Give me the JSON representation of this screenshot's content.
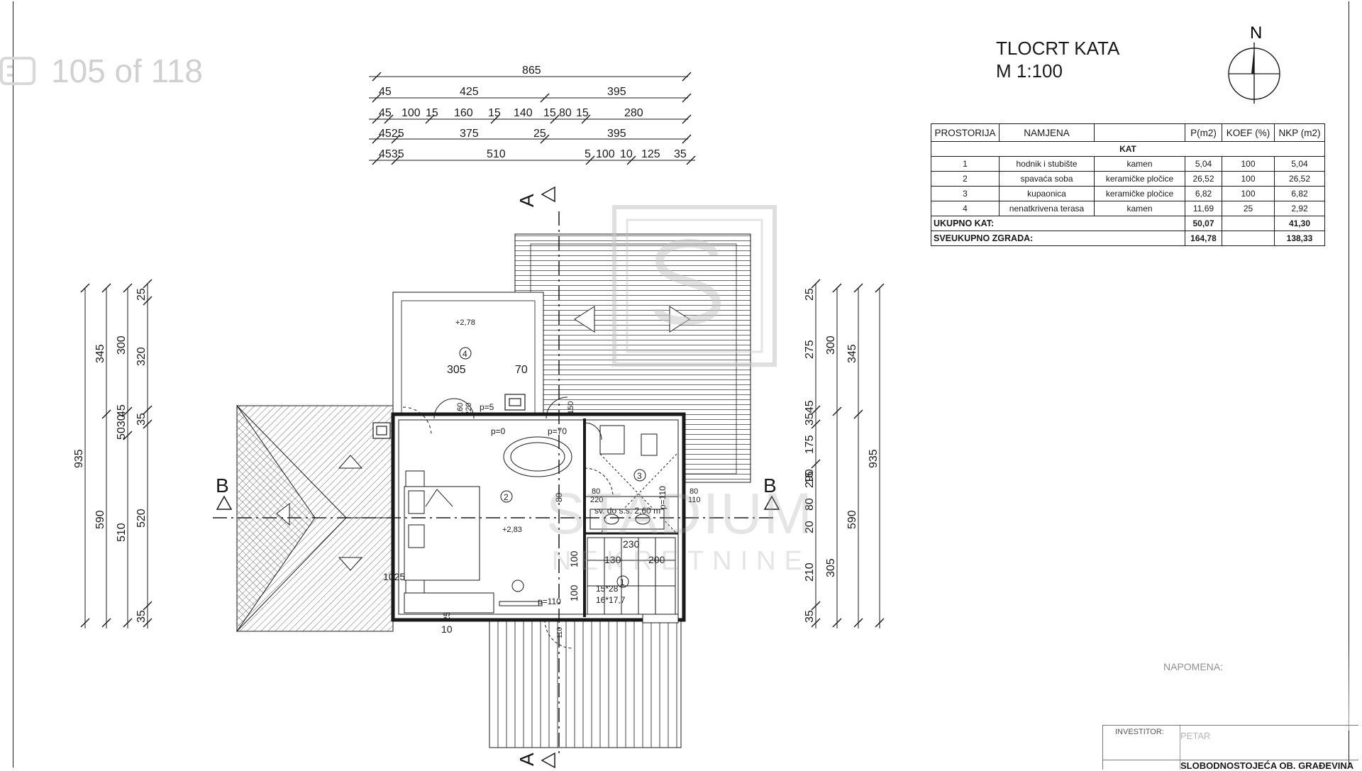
{
  "viewer": {
    "counter": "105 of 118"
  },
  "plan": {
    "title": "TLOCRT KATA",
    "scale": "M 1:100",
    "north": "N"
  },
  "table": {
    "headers": [
      "PROSTORIJA",
      "NAMJENA",
      "",
      "P(m2)",
      "KOEF (%)",
      "NKP (m2)"
    ],
    "section": "KAT",
    "rows": [
      [
        "1",
        "hodnik i stubište",
        "kamen",
        "5,04",
        "100",
        "5,04"
      ],
      [
        "2",
        "spavaća soba",
        "keramičke pločice",
        "26,52",
        "100",
        "26,52"
      ],
      [
        "3",
        "kupaonica",
        "keramičke pločice",
        "6,82",
        "100",
        "6,82"
      ],
      [
        "4",
        "nenatkrivena terasa",
        "kamen",
        "11,69",
        "25",
        "2,92"
      ]
    ],
    "subtotal": {
      "label": "UKUPNO KAT:",
      "p": "50,07",
      "koef": "",
      "nkp": "41,30"
    },
    "total": {
      "label": "SVEUKUPNO ZGRADA:",
      "p": "164,78",
      "koef": "",
      "nkp": "138,33"
    }
  },
  "dims_top": {
    "row1": [
      "865"
    ],
    "row2": [
      "45",
      "425",
      "395"
    ],
    "row3": [
      "45",
      "100",
      "15",
      "160",
      "15",
      "140",
      "15",
      "80",
      "15",
      "280"
    ],
    "row4": [
      "4525",
      "375",
      "25",
      "395"
    ],
    "row5": [
      "4535",
      "510",
      "5",
      "100",
      "10",
      "125",
      "35"
    ]
  },
  "dims_left": {
    "outer": [
      "935"
    ],
    "col2": [
      "345",
      "590"
    ],
    "col3": [
      "300",
      "5030",
      "510"
    ],
    "col4": [
      "25",
      "320",
      "45",
      "35",
      "520",
      "35"
    ]
  },
  "dims_right": {
    "outer": [
      "935"
    ],
    "col2": [
      "345",
      "590"
    ],
    "col3": [
      "300",
      "305"
    ],
    "col4": [
      "25",
      "275",
      "3545",
      "175",
      "290",
      "15",
      "80",
      "20",
      "210",
      "35"
    ]
  },
  "section_marks": {
    "a": "A",
    "b": "B"
  },
  "labels": {
    "room1": "1",
    "room2": "2",
    "room3": "3",
    "room4": "4",
    "lvl_terrace": "+2,78",
    "lvl_bed": "+2,83",
    "dim_terr_w": "305",
    "dim_terr_r": "70",
    "p0": "p=0",
    "p5": "p=5",
    "p70": "p=70",
    "p110a": "p=110",
    "p110b": "p=110",
    "door160": "160",
    "door220": "220",
    "door150": "150",
    "height": "sv. do s.s. 2,60 m",
    "w230": "230",
    "w130": "130",
    "w200": "200",
    "w100": "100",
    "w100b": "100",
    "w1025": "1025",
    "w10": "10",
    "w25": "25",
    "w80": "80",
    "w110": "110",
    "d80a": "80",
    "d220a": "220",
    "d80b": "80",
    "d110b": "110",
    "stair1": "15*28",
    "stair2": "16*17,7"
  },
  "watermark": {
    "letters": "STADIUM",
    "sub": "NEKRETNINE"
  },
  "title_block": {
    "napomena": "NAPOMENA:",
    "investor": "INVESTITOR:",
    "investor_name": "PETAR",
    "footer": "SLOBODNOSTOJEĆA OB. GRAĐEVINA"
  },
  "colors": {
    "line": "#1a1a1a",
    "hatch": "#333333",
    "watermark": "#bdbdbd"
  }
}
